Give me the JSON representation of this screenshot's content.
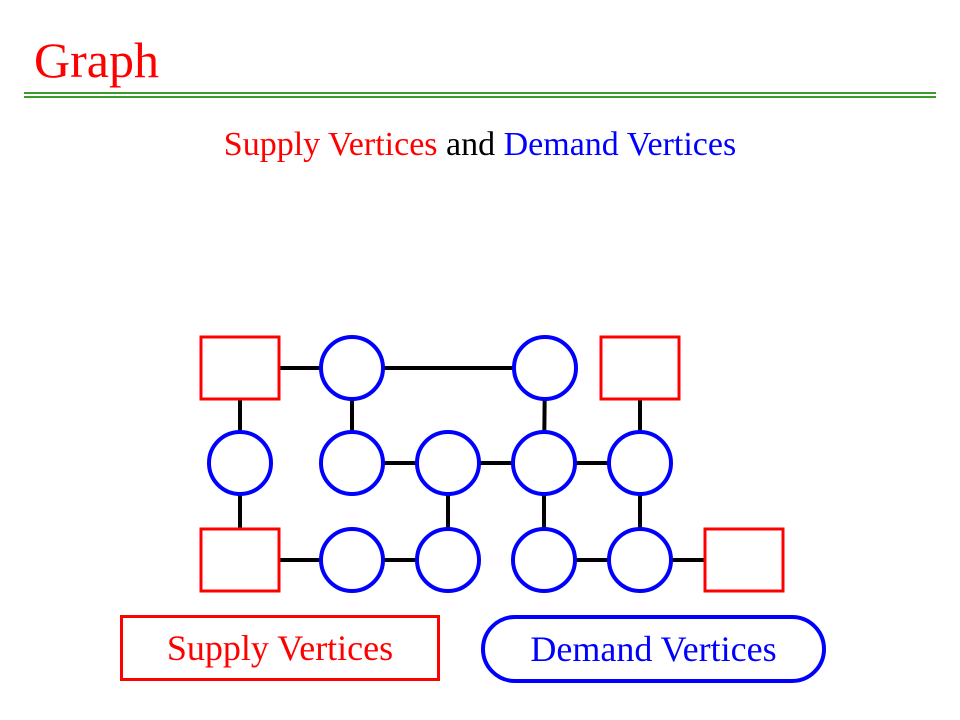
{
  "slide": {
    "title": "Graph"
  },
  "subtitle": {
    "supply_text": "Supply Vertices",
    "joiner_text": "and",
    "demand_text": "Demand Vertices"
  },
  "legend": {
    "supply_label": "Supply Vertices",
    "demand_label": "Demand Vertices"
  },
  "colors": {
    "title": "#ff0000",
    "rule": "#3a9a2a",
    "supply": "#ff0000",
    "demand": "#0000ff",
    "edge": "#000000"
  },
  "graph": {
    "vertices": [
      {
        "id": "s1",
        "kind": "supply"
      },
      {
        "id": "d1",
        "kind": "demand"
      },
      {
        "id": "d2",
        "kind": "demand"
      },
      {
        "id": "s2",
        "kind": "supply"
      },
      {
        "id": "d3",
        "kind": "demand"
      },
      {
        "id": "d4",
        "kind": "demand"
      },
      {
        "id": "d5",
        "kind": "demand"
      },
      {
        "id": "d6",
        "kind": "demand"
      },
      {
        "id": "d7",
        "kind": "demand"
      },
      {
        "id": "s3",
        "kind": "supply"
      },
      {
        "id": "d8",
        "kind": "demand"
      },
      {
        "id": "d9",
        "kind": "demand"
      },
      {
        "id": "d10",
        "kind": "demand"
      },
      {
        "id": "d11",
        "kind": "demand"
      },
      {
        "id": "s4",
        "kind": "supply"
      }
    ],
    "edges": [
      [
        "s1",
        "d1"
      ],
      [
        "d1",
        "d2"
      ],
      [
        "s1",
        "d3"
      ],
      [
        "d1",
        "d4"
      ],
      [
        "d2",
        "d6"
      ],
      [
        "s2",
        "d7"
      ],
      [
        "d4",
        "d5"
      ],
      [
        "d5",
        "d6"
      ],
      [
        "d6",
        "d7"
      ],
      [
        "d3",
        "s3"
      ],
      [
        "d5",
        "d9"
      ],
      [
        "d6",
        "d10"
      ],
      [
        "d7",
        "d11"
      ],
      [
        "s3",
        "d8"
      ],
      [
        "d8",
        "d9"
      ],
      [
        "d10",
        "d11"
      ],
      [
        "d11",
        "s4"
      ]
    ]
  }
}
